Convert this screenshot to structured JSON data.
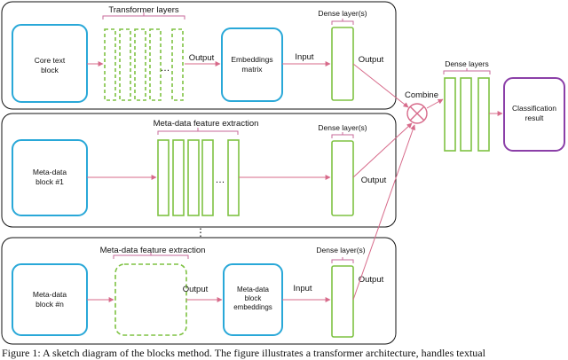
{
  "colors": {
    "panel_border": "#111111",
    "cyan_box": "#29a8d8",
    "green_box": "#7ec242",
    "purple_box": "#8b3fa8",
    "pink_arrow": "#d76a8a",
    "brace": "#c76a9a"
  },
  "panel1": {
    "heading": "Transformer layers",
    "core_block": "Core text block",
    "dots": "…",
    "output": "Output",
    "embeddings": "Embeddings matrix",
    "input": "Input",
    "dense_heading": "Dense layer(s)",
    "dense_output": "Output"
  },
  "panel2": {
    "heading": "Meta-data feature extraction",
    "block": "Meta-data block #1",
    "dots": "…",
    "dense_heading": "Dense layer(s)",
    "output": "Output"
  },
  "vertical_dots": "⋮",
  "panel3": {
    "heading": "Meta-data feature extraction",
    "block": "Meta-data block #n",
    "output": "Output",
    "block_embeddings": "Meta-data block embeddings",
    "input": "Input",
    "dense_heading": "Dense layer(s)",
    "dense_output": "Output"
  },
  "combine": {
    "label": "Combine",
    "dense_heading": "Dense layers",
    "result": "Classification result"
  },
  "caption": "Figure 1: A sketch diagram of the blocks method. The figure illustrates a transformer architecture, handles textual"
}
